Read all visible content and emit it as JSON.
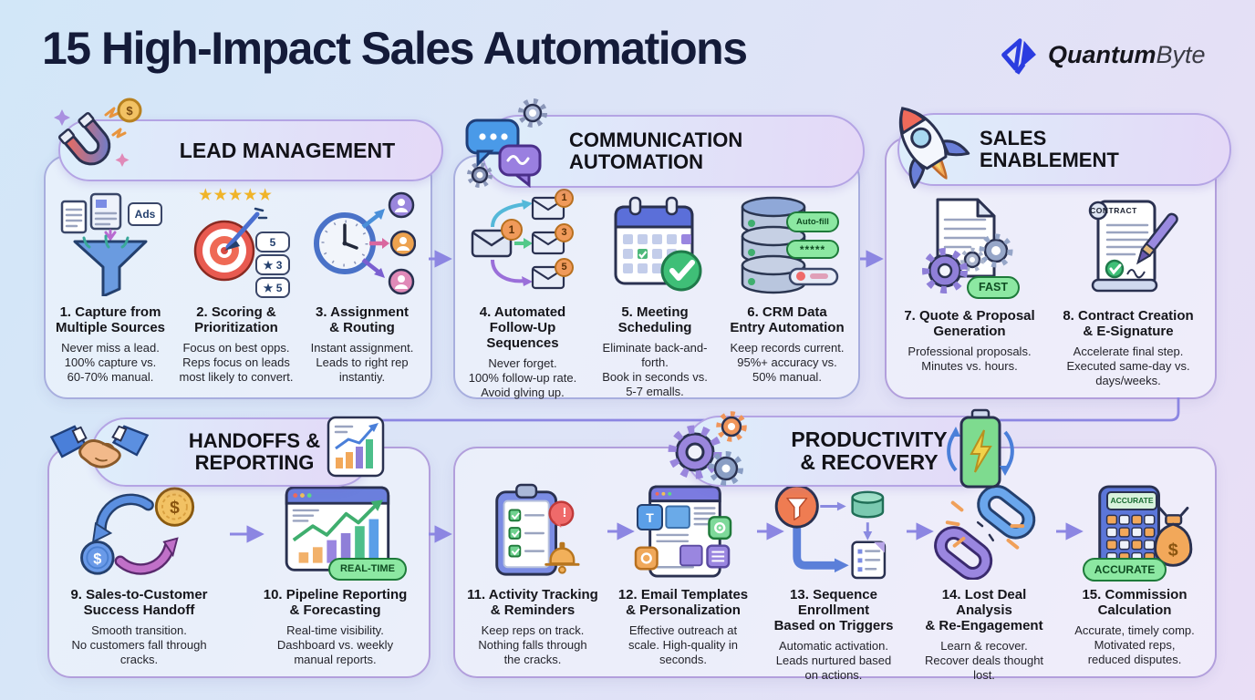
{
  "header": {
    "title": "15 High-Impact Sales Automations",
    "logo": {
      "bold": "Quantum",
      "light": "Byte"
    }
  },
  "sections": [
    {
      "title": "LEAD MANAGEMENT",
      "items": [
        {
          "title": "1. Capture from\nMultiple Sources",
          "desc": "Never miss a lead.\n100% capture vs.\n60-70% manual."
        },
        {
          "title": "2. Scoring &\nPrioritization",
          "desc": "Focus on best opps.\nReps focus on leads\nmost likely to convert."
        },
        {
          "title": "3. Assignment\n& Routing",
          "desc": "Instant assignment.\nLeads to right rep\ninstantiy."
        }
      ]
    },
    {
      "title": "COMMUNICATION\nAUTOMATION",
      "items": [
        {
          "title": "4. Automated\nFollow-Up Sequences",
          "desc": "Never forget.\n100% follow-up rate.\nAvoid glving up."
        },
        {
          "title": "5. Meeting\nScheduling",
          "desc": "Eliminate back-and-forth.\nBook in seconds vs.\n5-7 emalls."
        },
        {
          "title": "6. CRM Data\nEntry Automation",
          "desc": "Keep records current.\n95%+ accuracy vs.\n50% manual."
        }
      ]
    },
    {
      "title": "SALES\nENABLEMENT",
      "items": [
        {
          "title": "7. Quote & Proposal\nGeneration",
          "desc": "Professional proposals.\nMinutes vs. hours."
        },
        {
          "title": "8. Contract Creation\n& E-Signature",
          "desc": "Accelerate final step.\nExecuted same-day vs.\ndays/weeks."
        }
      ]
    },
    {
      "title": "HANDOFFS &\nREPORTING",
      "items": [
        {
          "title": "9. Sales-to-Customer\nSuccess Handoff",
          "desc": "Smooth transition.\nNo customers fall through\ncracks."
        },
        {
          "title": "10. Pipeline Reporting\n& Forecasting",
          "desc": "Real-time visibility.\nDashboard vs. weekly\nmanual reports."
        }
      ]
    },
    {
      "title": "PRODUCTIVITY\n& RECOVERY",
      "items": [
        {
          "title": "11. Activity Tracking\n& Reminders",
          "desc": "Keep reps on track.\nNothing falls through\nthe cracks."
        },
        {
          "title": "12. Email Templates\n& Personalization",
          "desc": "Effective outreach at\nscale. High-quality in\nseconds."
        },
        {
          "title": "13. Sequence Enrollment\nBased on Triggers",
          "desc": "Automatic activation.\nLeads nurtured based\non actions."
        },
        {
          "title": "14. Lost Deal Analysis\n& Re-Engagement",
          "desc": "Learn & recover.\nRecover deals thought\nlost."
        },
        {
          "title": "15. Commission\nCalculation",
          "desc": "Accurate, timely comp.\nMotivated reps,\nreduced disputes."
        }
      ]
    }
  ],
  "icon_labels": {
    "ads": "Ads",
    "stars": "★★★★★",
    "scores": [
      "5",
      "★ 3",
      "★ 5"
    ],
    "seq_main": "1",
    "seq": [
      "1",
      "3",
      "5"
    ],
    "auto_fill": "Auto-fill",
    "password": "*****",
    "fast": "FAST",
    "contract": "CONTRACT",
    "dollar": "$",
    "real_time": "REAL-TIME",
    "alert": "!",
    "template_t": "T",
    "accurate": "ACCURATE"
  }
}
